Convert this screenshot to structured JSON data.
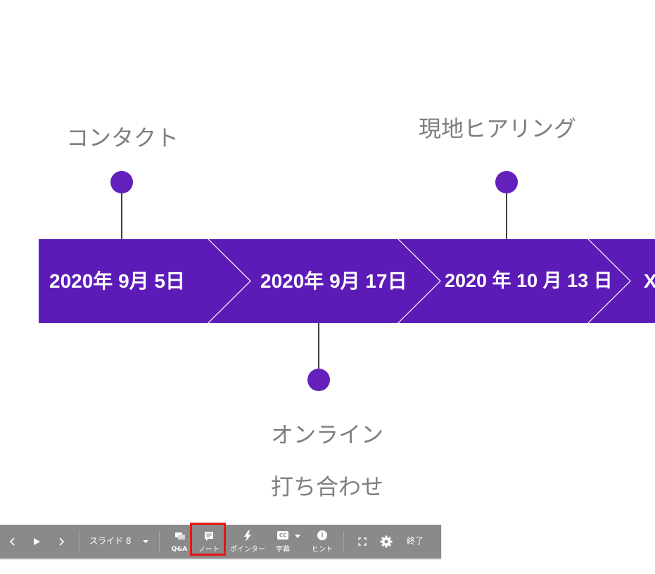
{
  "timeline": {
    "events": [
      {
        "date": "2020年 9月 5日",
        "label_lines": [
          "コンタクト"
        ],
        "side": "above"
      },
      {
        "date": "2020年 9月 17日",
        "label_lines": [
          "オンライン",
          "打ち合わせ"
        ],
        "side": "below"
      },
      {
        "date": "2020 年 10 月 13 日",
        "label_lines": [
          "現地ヒアリング"
        ],
        "side": "above"
      },
      {
        "date": "X",
        "label_lines": [],
        "side": "none"
      }
    ],
    "colors": {
      "band": "#5c1bb7",
      "marker": "#6320bb",
      "chevron_line": "#ffffff",
      "label": "#7f7f7f",
      "stem": "#000000"
    }
  },
  "toolbar": {
    "prev_icon": "chevron-left-icon",
    "play_icon": "play-icon",
    "next_icon": "chevron-right-icon",
    "slide_select": "スライド 8",
    "qa_label": "Q&A",
    "notes_label": "ノート",
    "pointer_label": "ポインター",
    "captions_label": "字幕",
    "captions_icon_text": "CC",
    "hint_label": "ヒント",
    "hint_icon_text": "i",
    "fullscreen_icon": "fullscreen-icon",
    "settings_icon": "gear-icon",
    "exit_label": "終了",
    "highlight_color": "#e81515",
    "background": "#8a8a8a"
  }
}
